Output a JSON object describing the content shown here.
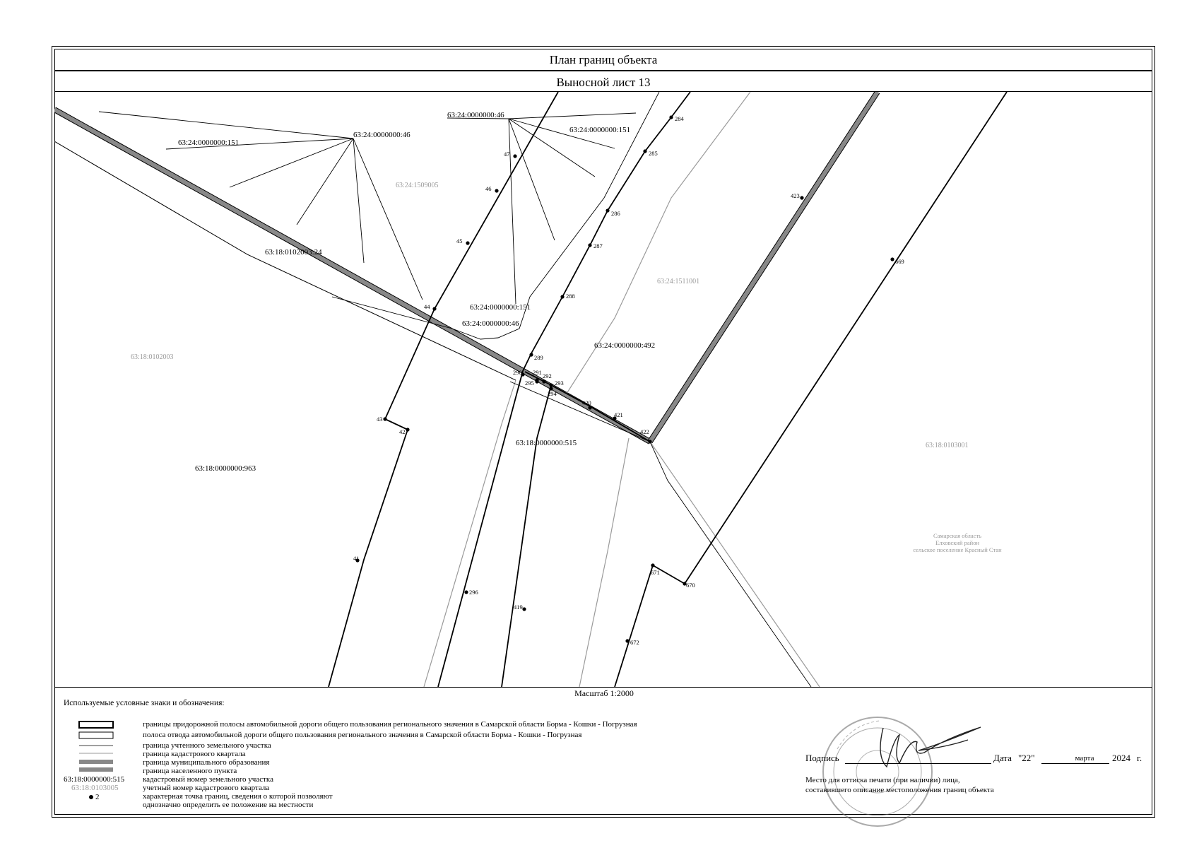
{
  "header": {
    "title": "План границ объекта",
    "subtitle": "Выносной лист 13"
  },
  "map": {
    "labels": {
      "parcel_151_a": "63:24:0000000:151",
      "parcel_46_a": "63:24:0000000:46",
      "parcel_46_b": "63:24:0000000:46",
      "parcel_151_b": "63:24:0000000:151",
      "quarter_1509005": "63:24:1509005",
      "parcel_24": "63:18:0102003:24",
      "parcel_151_c": "63:24:0000000:151",
      "parcel_46_c": "63:24:0000000:46",
      "quarter_1511001": "63:24:1511001",
      "parcel_492": "63:24:0000000:492",
      "quarter_0102003": "63:18:0102003",
      "parcel_515": "63:18:0000000:515",
      "parcel_963": "63:18:0000000:963",
      "quarter_0103001": "63:18:0103001",
      "region_line1": "Самарская область",
      "region_line2": "Елховский район",
      "region_line3": "сельское поселение Красный Стан"
    },
    "points": [
      "41",
      "42",
      "43",
      "44",
      "45",
      "46",
      "47",
      "284",
      "285",
      "286",
      "287",
      "288",
      "289",
      "290",
      "291",
      "292",
      "293",
      "294",
      "295",
      "296",
      "419",
      "420",
      "421",
      "422",
      "423",
      "669",
      "670",
      "671",
      "672"
    ]
  },
  "scale": "Масштаб 1:2000",
  "legend": {
    "heading": "Используемые условные знаки и обозначения:",
    "items": [
      "границы придорожной полосы автомобильной дороги общего пользования регионального значения в Самарской области Борма - Кошки - Погрузная",
      "полоса отвода автомобильной дороги общего пользования регионального значения в Самарской области Борма - Кошки - Погрузная",
      "граница учтенного земельного участка",
      "граница кадастрового квартала",
      "граница муниципального образования",
      "граница населенного пункта",
      "кадастровый номер земельного участка",
      "учетный номер кадастрового квартала",
      "характерная точка границ, сведения о которой позволяют",
      "однозначно определить ее положение на местности"
    ],
    "sample_parcel": "63:18:0000000:515",
    "sample_quarter": "63:18:0103005",
    "sample_point": "2"
  },
  "signature": {
    "label": "Подпись",
    "date_label": "Дата",
    "day": "\"22\"",
    "month": "марта",
    "year": "2024",
    "year_suffix": "г.",
    "stamp_note_line1": "Место для оттиска печати (при наличии) лица,",
    "stamp_note_line2": "составившего описание местоположения границ объекта"
  },
  "colors": {
    "line": "#000000",
    "road": "#808080",
    "quarter": "#9a9a9a"
  }
}
